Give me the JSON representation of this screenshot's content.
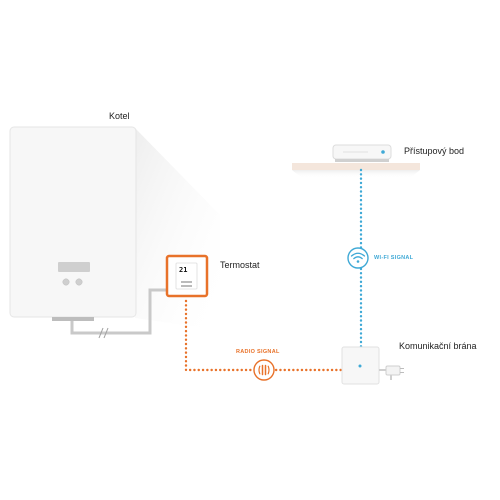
{
  "labels": {
    "boiler": "Kotel",
    "thermostat": "Termostat",
    "access_point": "Přístupový bod",
    "gateway": "Komunikační brána"
  },
  "signals": {
    "radio": "RADIO SIGNAL",
    "wifi": "WI-FI SIGNAL"
  },
  "thermostat_display": "21",
  "colors": {
    "radio": "#e8722a",
    "wifi": "#3fa9d6",
    "wire": "#c9c9c9",
    "shelf": "#f4e6dc",
    "device": "#f7f7f7"
  },
  "icons": {
    "radio": "radio-waves-icon",
    "wifi": "wifi-icon"
  }
}
